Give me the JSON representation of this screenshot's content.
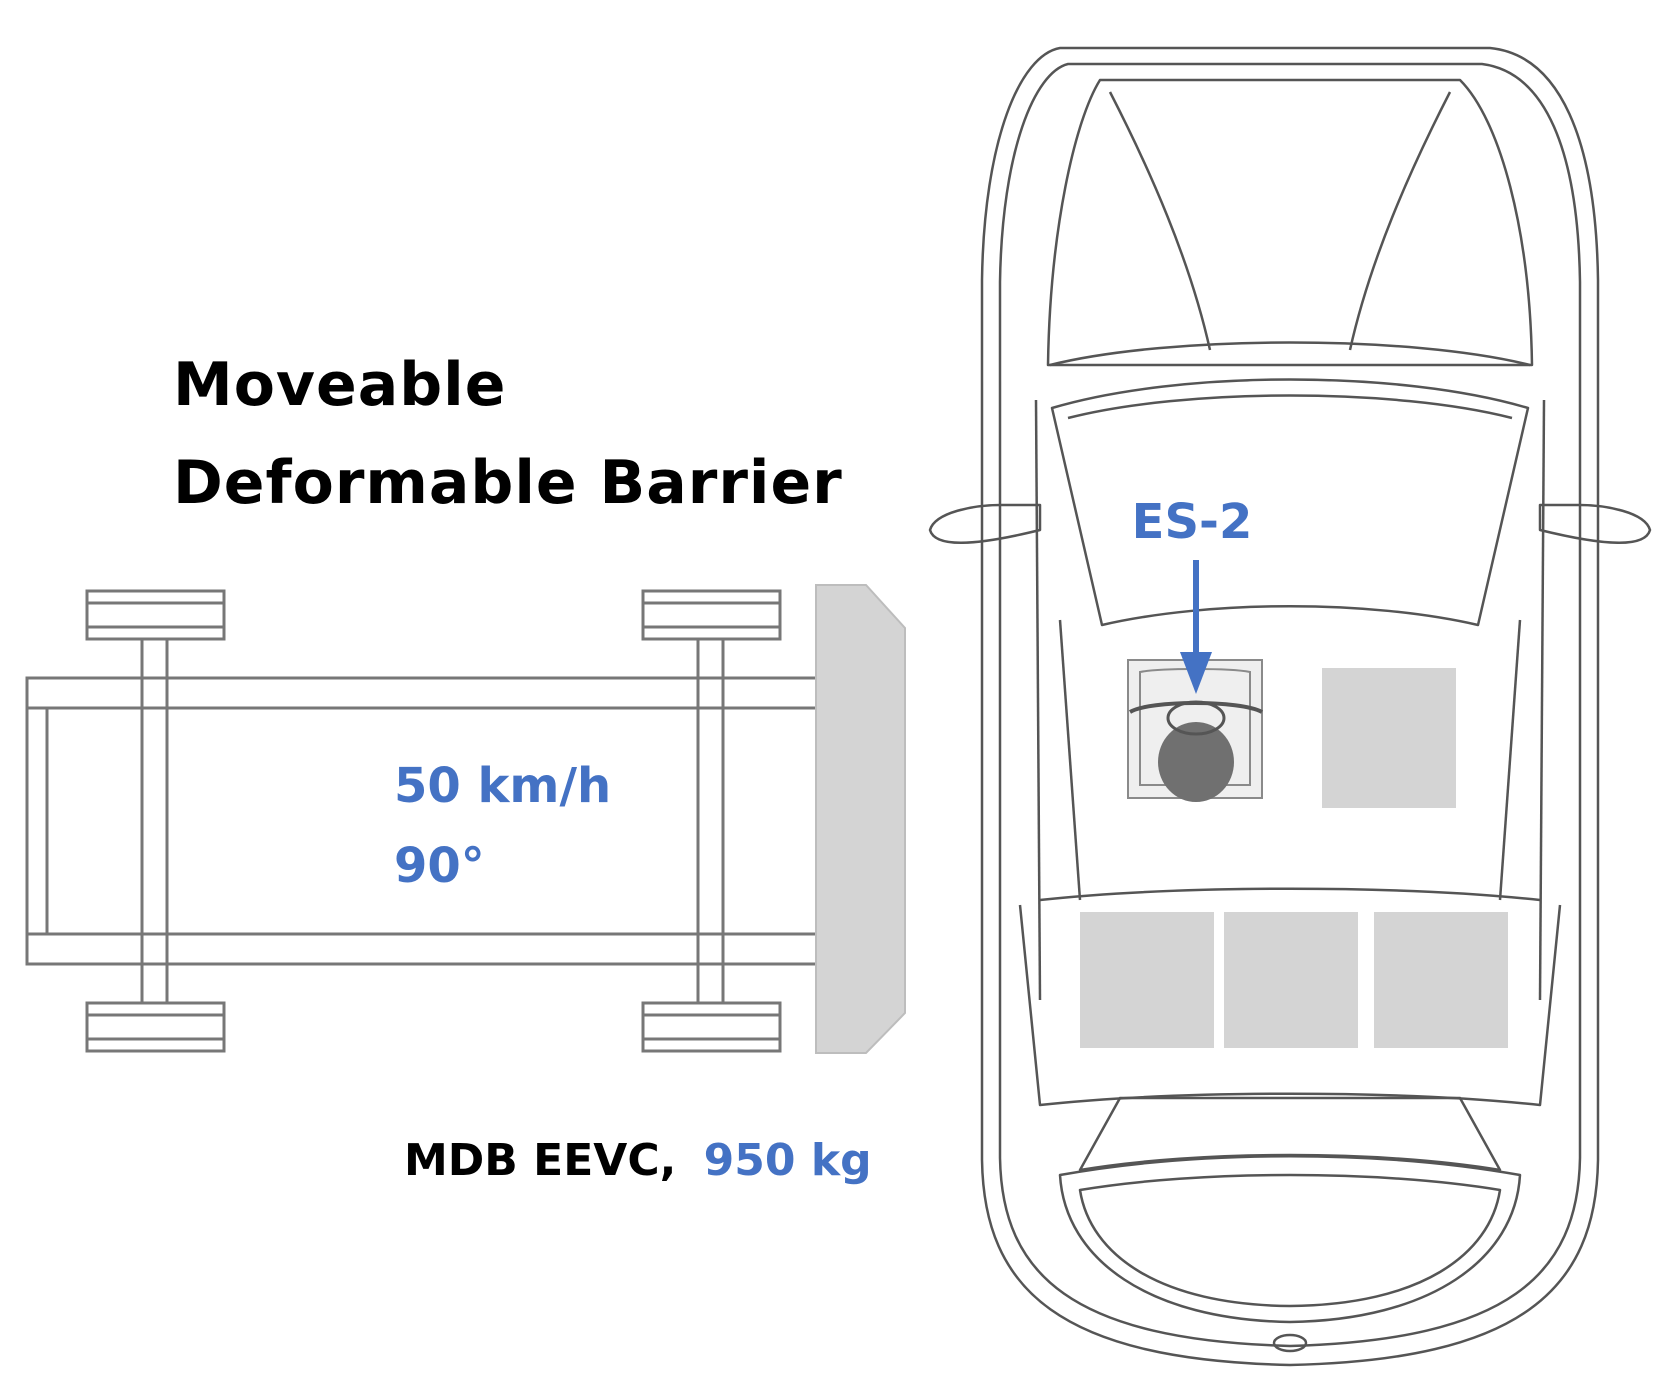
{
  "barrier": {
    "title_line1": "Moveable",
    "title_line2": "Deformable Barrier",
    "speed": "50 km/h",
    "angle": "90°",
    "spec_prefix": "MDB EEVC,",
    "spec_mass": "950 kg"
  },
  "vehicle": {
    "dummy_label": "ES-2"
  },
  "colors": {
    "accent_blue": "#4472c4",
    "outline": "#555555",
    "fill_gray": "#d4d4d4",
    "dummy_gray": "#707070"
  }
}
